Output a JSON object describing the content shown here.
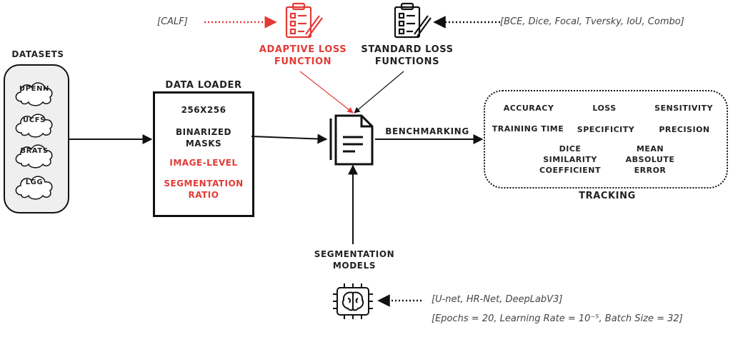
{
  "datasets": {
    "title": "DATASETS",
    "items": [
      "UPENN",
      "UCFS",
      "BRATS",
      "LGG"
    ]
  },
  "data_loader": {
    "title": "DATA LOADER",
    "resolution": "256X256",
    "masks": [
      "BINARIZED",
      "MASKS"
    ],
    "image_level": "IMAGE-LEVEL",
    "segmentation_ratio": [
      "SEGMENTATION",
      "RATIO"
    ]
  },
  "adaptive_loss": {
    "title": [
      "ADAPTIVE LOSS",
      "FUNCTION"
    ],
    "note": "[CALF]"
  },
  "standard_loss": {
    "title": [
      "STANDARD LOSS",
      "FUNCTIONS"
    ],
    "note": "[BCE, Dice,  Focal, Tversky, IoU, Combo]"
  },
  "benchmarking": {
    "label": "BENCHMARKING"
  },
  "tracking": {
    "title": "TRACKING",
    "metrics": {
      "accuracy": "ACCURACY",
      "loss": "LOSS",
      "sensitivity": "SENSITIVITY",
      "training_time": "TRAINING TIME",
      "specificity": "SPECIFICITY",
      "precision": "PRECISION",
      "dice": [
        "DICE",
        "SIMILARITY",
        "COEFFICIENT"
      ],
      "mae": [
        "MEAN",
        "ABSOLUTE",
        "ERROR"
      ]
    }
  },
  "segmentation_models": {
    "title": [
      "SEGMENTATION",
      "MODELS"
    ],
    "models_note": "[U-net, HR-Net, DeepLabV3]",
    "params_note": "[Epochs = 20, Learning Rate = 10⁻⁵, Batch Size = 32]"
  },
  "colors": {
    "accent_red": "#e23b36",
    "dark": "#111111"
  },
  "icons": [
    "clipboard-red-icon",
    "clipboard-icon",
    "document-icon",
    "brain-chip-icon"
  ]
}
